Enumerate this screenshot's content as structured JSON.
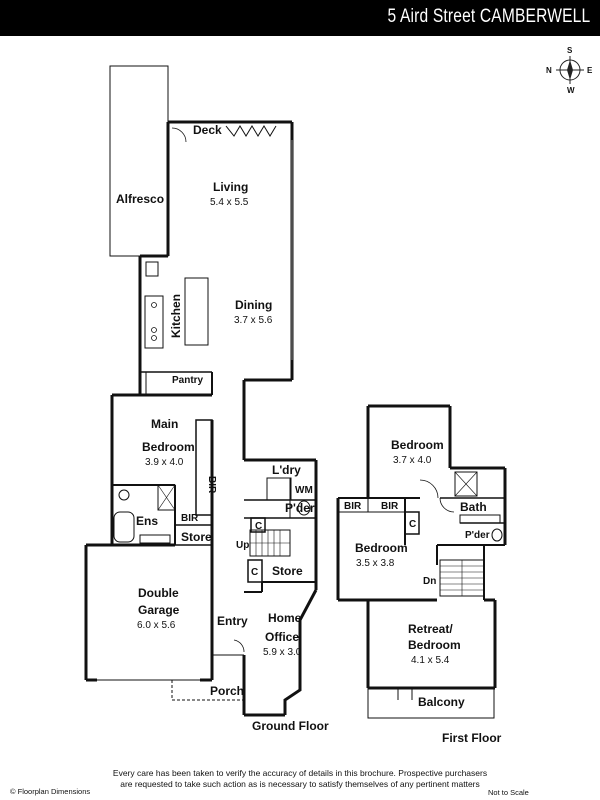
{
  "header": {
    "address": "5 Aird Street CAMBERWELL"
  },
  "compass": {
    "n": "N",
    "s": "S",
    "e": "E",
    "w": "W"
  },
  "ground_floor": {
    "label": "Ground Floor",
    "rooms": {
      "deck": "Deck",
      "alfresco": "Alfresco",
      "living": "Living",
      "living_dim": "5.4 x 5.5",
      "kitchen": "Kitchen",
      "dining": "Dining",
      "dining_dim": "3.7 x 5.6",
      "pantry": "Pantry",
      "main_bedroom_1": "Main",
      "main_bedroom_2": "Bedroom",
      "main_bedroom_dim": "3.9 x 4.0",
      "bir": "BIR",
      "ens": "Ens",
      "bir2": "BIR",
      "store": "Store",
      "laundry": "L'dry",
      "wm": "WM",
      "powder": "P'der",
      "c1": "C",
      "up": "Up",
      "c2": "C",
      "store2": "Store",
      "garage_1": "Double",
      "garage_2": "Garage",
      "garage_dim": "6.0 x 5.6",
      "entry": "Entry",
      "office_1": "Home",
      "office_2": "Office",
      "office_dim": "5.9 x 3.0",
      "porch": "Porch"
    }
  },
  "first_floor": {
    "label": "First Floor",
    "rooms": {
      "bedroom_a": "Bedroom",
      "bedroom_a_dim": "3.7 x 4.0",
      "bath": "Bath",
      "bir_a": "BIR",
      "bir_b": "BIR",
      "c": "C",
      "powder": "P'der",
      "bedroom_b": "Bedroom",
      "bedroom_b_dim": "3.5 x 3.8",
      "dn": "Dn",
      "retreat_1": "Retreat/",
      "retreat_2": "Bedroom",
      "retreat_dim": "4.1 x 5.4",
      "balcony": "Balcony"
    }
  },
  "footer": {
    "disclaimer_1": "Every care has been taken to verify the accuracy of details in this brochure. Prospective purchasers",
    "disclaimer_2": "are requested to take such action as is necessary to satisfy themselves of any pertinent matters",
    "copyright": "© Floorplan Dimensions",
    "scale": "Not to Scale"
  }
}
